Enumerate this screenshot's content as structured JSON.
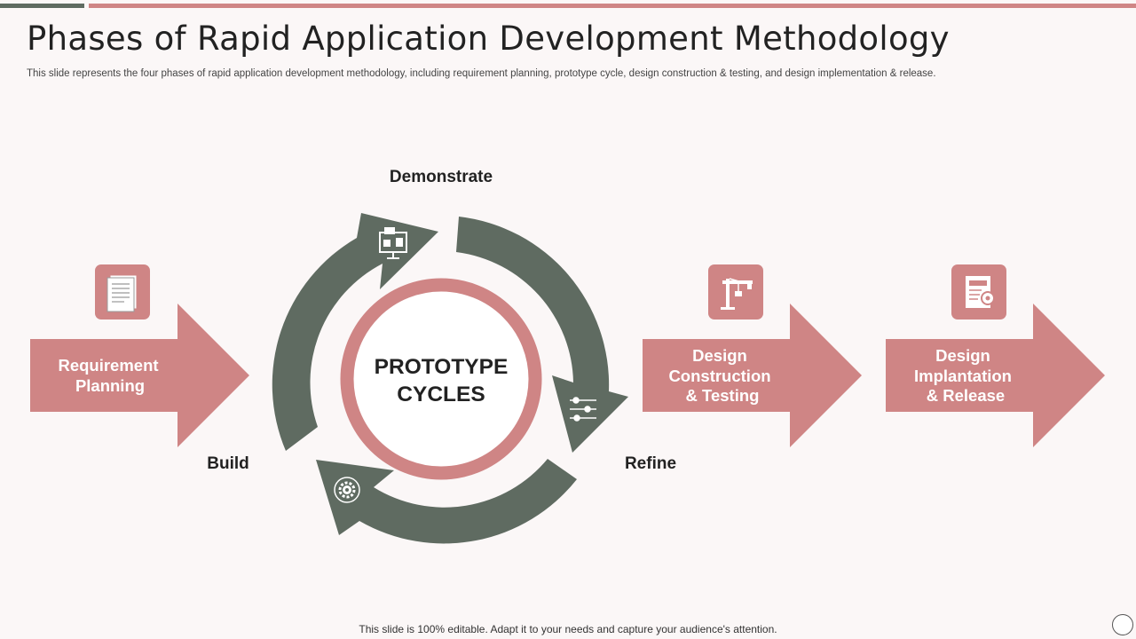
{
  "header": {
    "title": "Phases of Rapid Application Development Methodology",
    "subtitle": "This slide represents the four phases of rapid application development methodology, including requirement planning, prototype cycle,  design construction & testing, and design implementation & release."
  },
  "phases": {
    "requirement_line1": "Requirement",
    "requirement_line2": "Planning",
    "construction_line1": "Design",
    "construction_line2": "Construction",
    "construction_line3": "& Testing",
    "release_line1": "Design",
    "release_line2": "Implantation",
    "release_line3": "& Release"
  },
  "cycle": {
    "center_line1": "PROTOTYPE",
    "center_line2": "CYCLES",
    "demonstrate": "Demonstrate",
    "build": "Build",
    "refine": "Refine"
  },
  "icons": {
    "requirement": "document-icon",
    "construction": "crane-icon",
    "release": "report-gear-icon",
    "demonstrate": "monitor-chat-icon",
    "refine": "settings-sliders-icon",
    "build": "gear-icon"
  },
  "colors": {
    "pink": "#cf8585",
    "green": "#5f6b61",
    "background": "#fbf7f7"
  },
  "footer": {
    "note": "This slide is 100% editable. Adapt it to your needs and capture your audience's attention."
  }
}
